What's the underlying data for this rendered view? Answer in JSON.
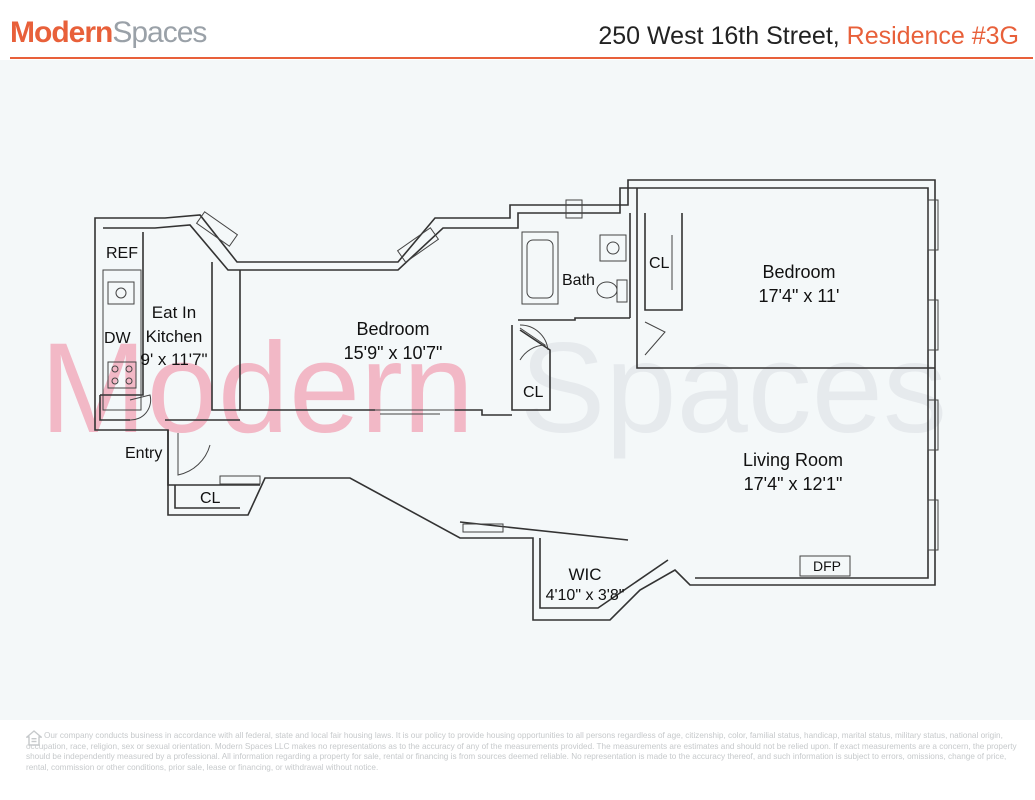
{
  "brand": {
    "name_a": "Modern",
    "name_b": "Spaces",
    "accent_color": "#e8603a",
    "gray_color": "#9aa1a8"
  },
  "address": {
    "street": "250 West 16th Street, ",
    "residence": "Residence #3G"
  },
  "watermark": {
    "part_a": "Modern",
    "part_b": "Spaces"
  },
  "rooms": {
    "ref": "REF",
    "dw": "DW",
    "kitchen_line1": "Eat In",
    "kitchen_line2": "Kitchen",
    "kitchen_dims": "9' x 11'7\"",
    "bedroom1_name": "Bedroom",
    "bedroom1_dims": "15'9\" x 10'7\"",
    "bath": "Bath",
    "cl_bath": "CL",
    "cl_bedroom2": "CL",
    "bedroom2_name": "Bedroom",
    "bedroom2_dims": "17'4\" x 11'",
    "entry": "Entry",
    "cl_entry": "CL",
    "living_name": "Living Room",
    "living_dims": "17'4\" x 12'1\"",
    "dfp": "DFP",
    "wic_name": "WIC",
    "wic_dims": "4'10\" x 3'8\""
  },
  "footer": {
    "icon": "equal-housing-icon",
    "disclaimer": "Our company conducts business in accordance with all federal, state and local fair housing laws. It is our policy to provide housing opportunities to all persons regardless of age, citizenship, color, familial status, handicap, marital status, military status, national origin, occupation, race, religion, sex or sexual orientation. Modern Spaces LLC makes no representations as to the accuracy of any of the measurements provided. The measurements are estimates and should not be relied upon. If exact measurements are a concern, the property should be independently measured by a professional. All information regarding a property for sale, rental or financing is from sources deemed reliable. No representation is made to the accuracy thereof, and such information is subject to errors, omissions, change of price, rental, commission or other conditions, prior sale, lease or financing, or withdrawal without notice."
  }
}
